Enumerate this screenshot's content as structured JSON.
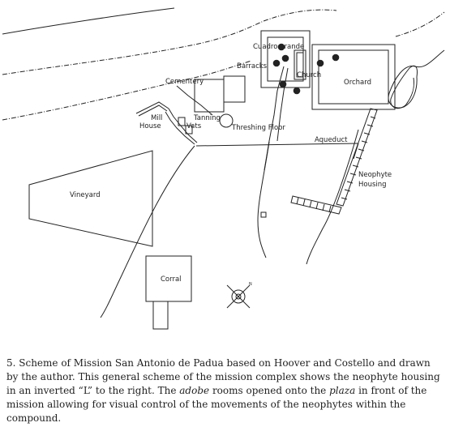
{
  "labels": {
    "cuadro_grande": "Cuadro grande",
    "barracks": "Barracks",
    "church": "Church",
    "orchard": "Orchard",
    "cemetery": "Cementery",
    "mill": "Mill",
    "house": "House",
    "tanning": "Tanning",
    "vats": "Vats",
    "threshing_floor": "Threshing Floor",
    "aqueduct": "Aqueduct",
    "neophyte": "Neophyte",
    "housing": "Housing",
    "vineyard": "Vineyard",
    "corral": "Corral",
    "north": "N"
  },
  "caption": {
    "part1": "5. Scheme of Mission San Antonio de Padua based on Hoover and Costello and drawn by the author. This general scheme of the mission complex shows the neophyte housing in an inverted “L” to the right. The ",
    "adobe": "adobe",
    "part2": " rooms opened onto the ",
    "plaza": "plaza",
    "part3": " in front of the mission allowing for visual control of the movements of the neophytes within the compound."
  }
}
